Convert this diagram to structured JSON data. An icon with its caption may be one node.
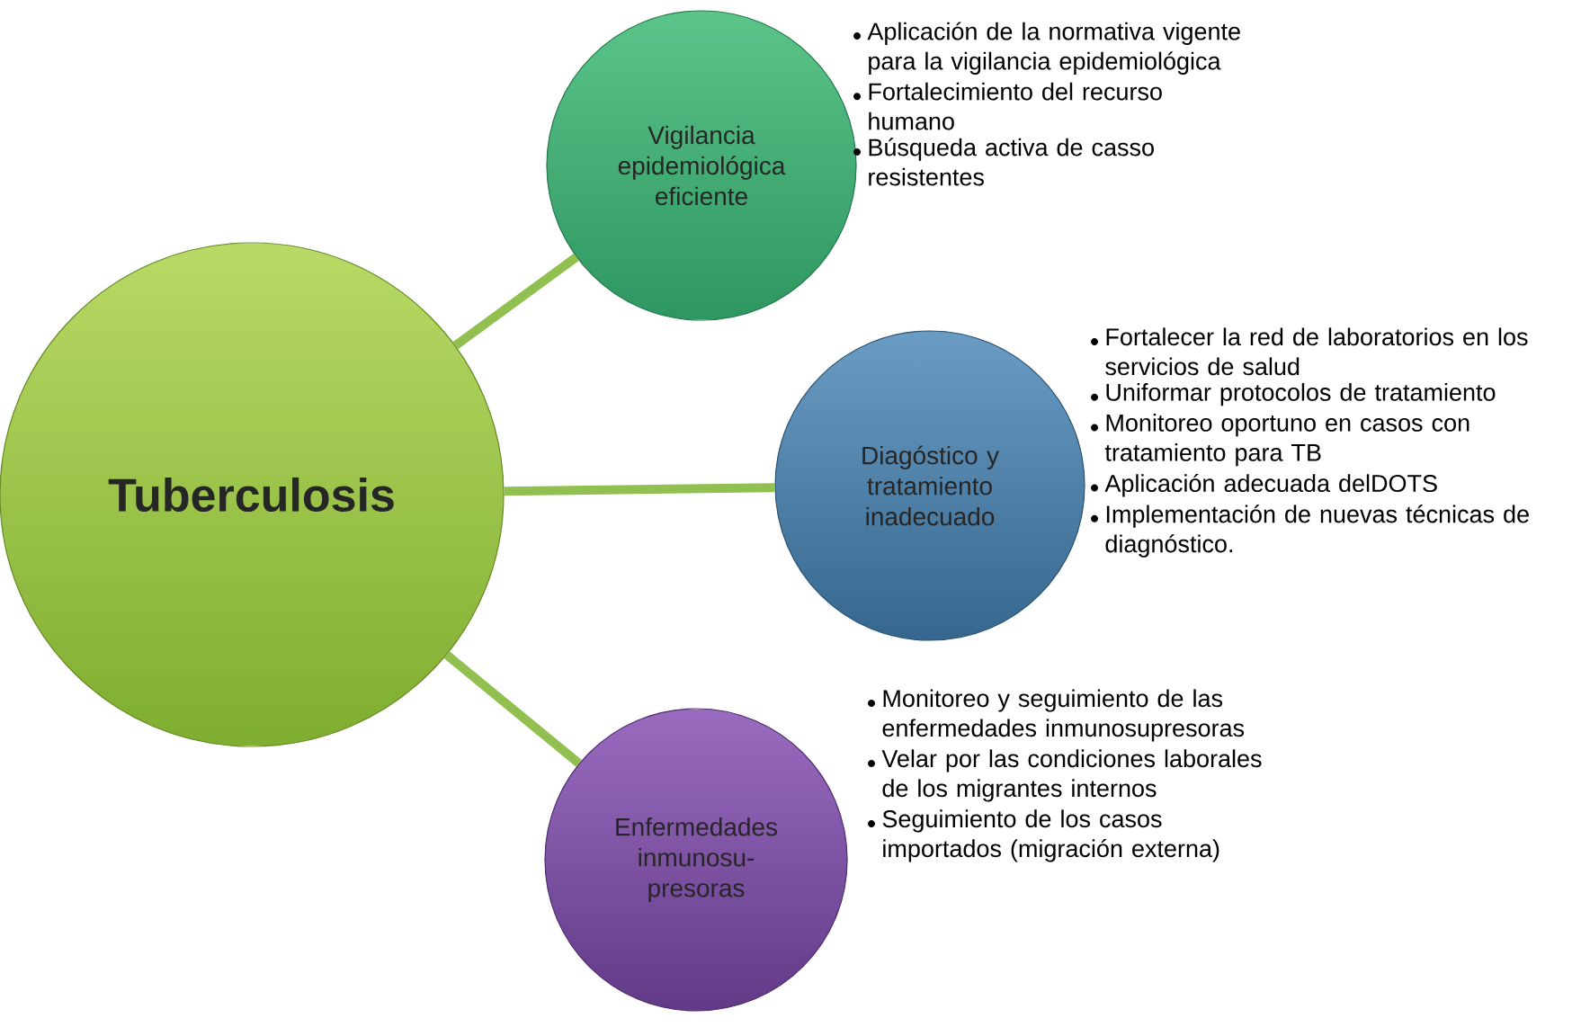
{
  "diagram": {
    "nodes": [
      {
        "text": [
          "Tuberculosis"
        ]
      },
      {
        "text": [
          "Vigilancia epidemiológica eficiente"
        ],
        "beside": [
          "Aplicación de la normativa vigente para la vigilancia epidemiológica",
          "Fortalecimiento del recurso humano",
          "Búsqueda activa de casso resistentes"
        ]
      },
      {
        "text": [
          "Diagóstico y tratamiento inadecuado"
        ],
        "beside": [
          "Fortalecer la red de laboratorios en los servicios de salud",
          "Uniformar protocolos de tratamiento",
          "Monitoreo oportuno en casos con tratamiento para TB",
          "Aplicación adecuada delDOTS",
          "Implementación de nuevas técnicas de diagnóstico."
        ]
      },
      {
        "text": [
          "Enfermedades inmunosu- presoras"
        ],
        "beside": [
          "Monitoreo y seguimiento de las enfermedades inmunosupresoras",
          "Velar por las condiciones laborales de los migrantes internos",
          "Seguimiento de los casos importados (migración externa)"
        ]
      }
    ],
    "edges": [
      {
        "from": 0,
        "to": 1,
        "arrow": "none"
      },
      {
        "from": 0,
        "to": 2,
        "arrow": "none"
      },
      {
        "from": 0,
        "to": 3,
        "arrow": "none"
      }
    ]
  }
}
